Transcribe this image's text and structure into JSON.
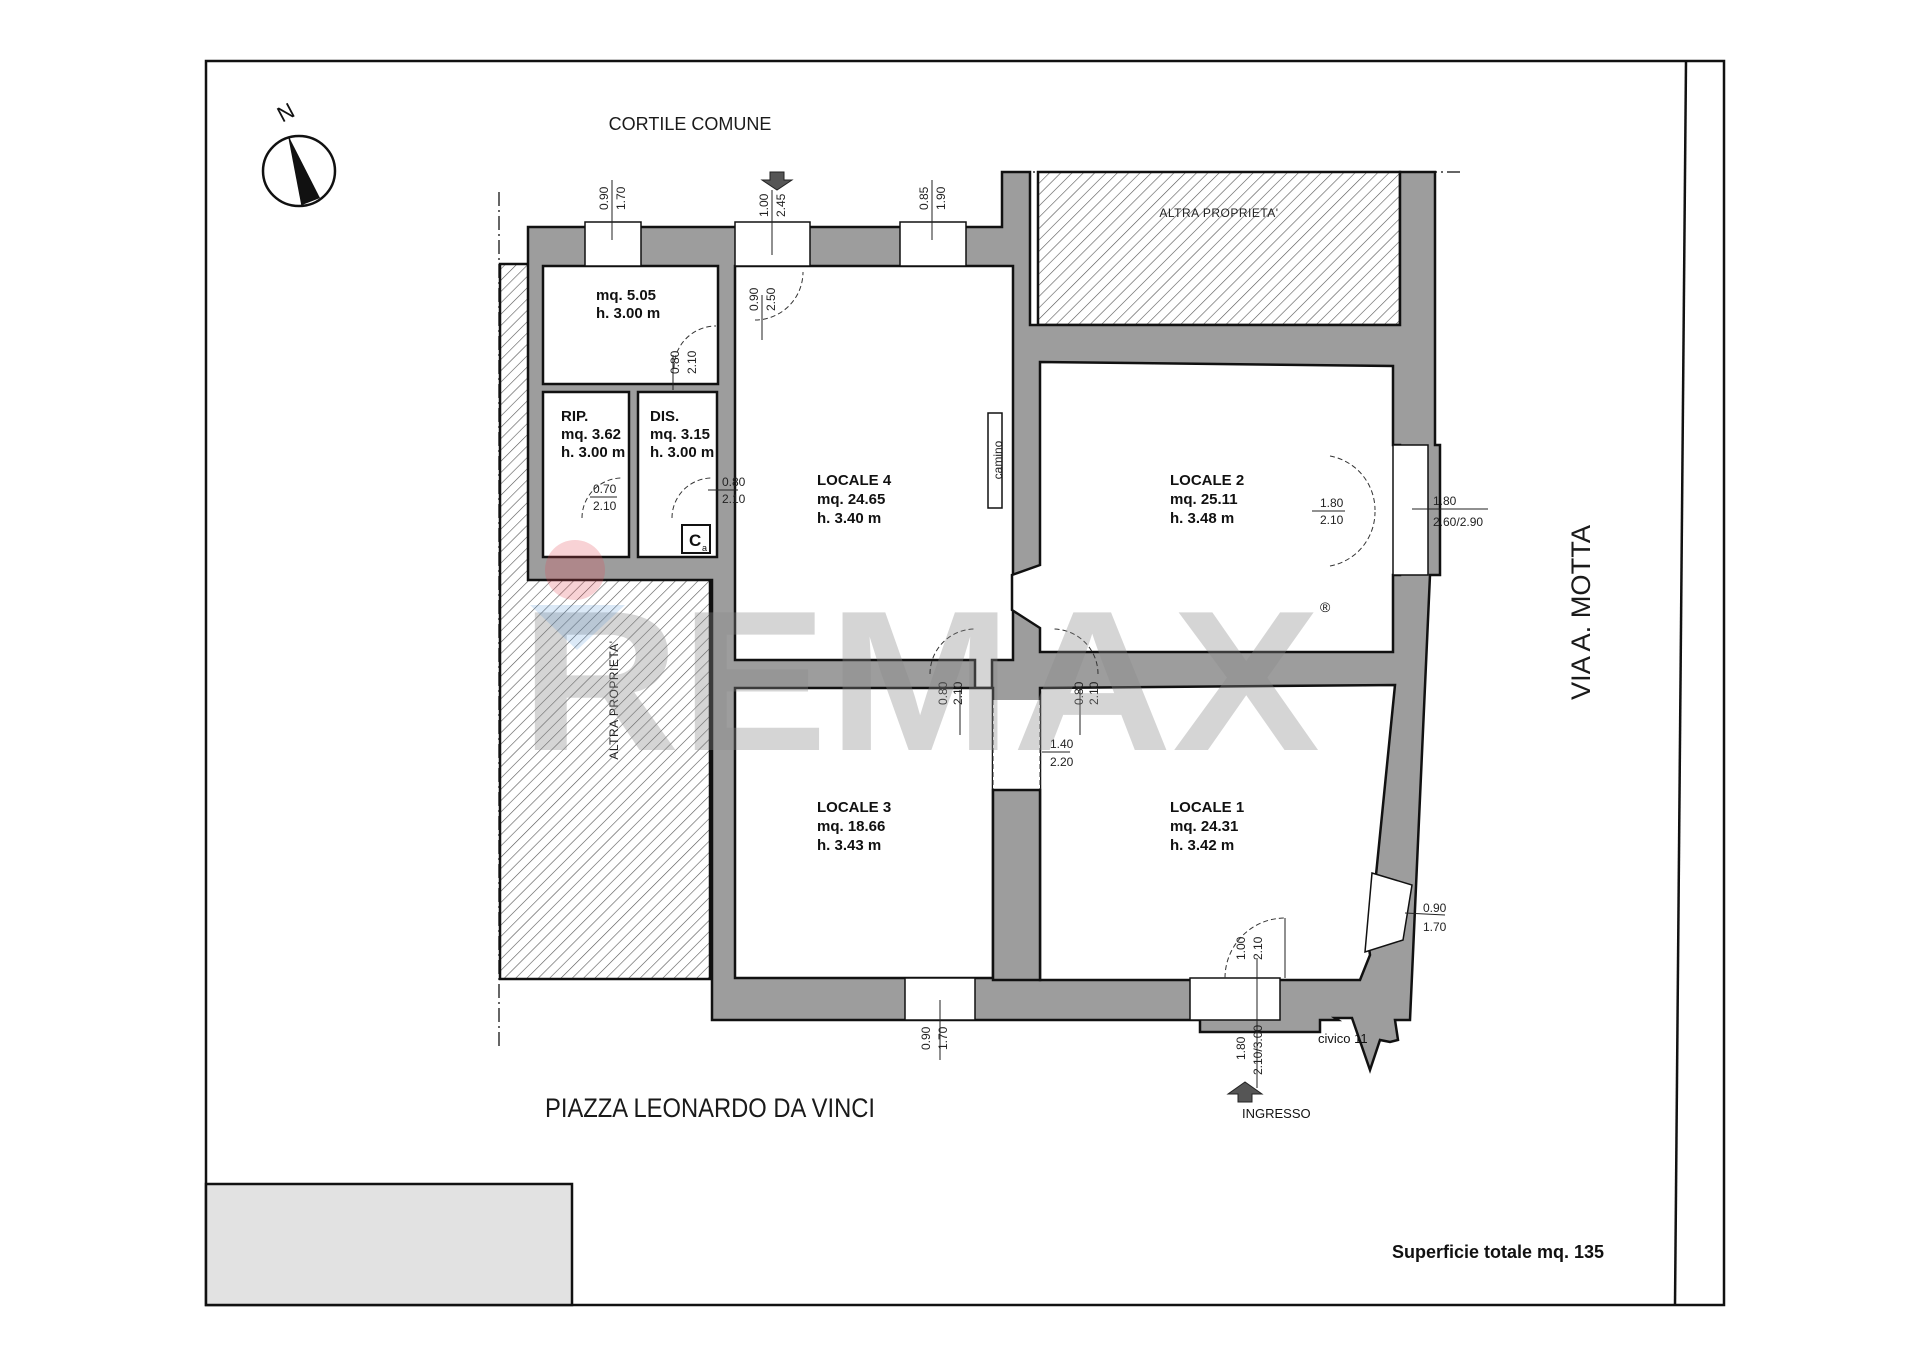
{
  "plan": {
    "courtyard_label": "CORTILE COMUNE",
    "north_label": "N",
    "street_bottom": "PIAZZA LEONARDO DA VINCI",
    "street_right": "VIA A. MOTTA",
    "entrance_label": "INGRESSO",
    "civic_number": "civico 11",
    "other_property_top": "ALTRA  PROPRIETA'",
    "other_property_left": "ALTRA  PROPRIETA'",
    "fireplace_label": "camino",
    "boiler_label": "C",
    "boiler_sub": "a",
    "total_area": "Superficie totale mq. 135",
    "watermark": "REMAX",
    "watermark_reg": "®"
  },
  "rooms": [
    {
      "id": "bagno",
      "name": "",
      "area": "mq. 5.05",
      "height": "h. 3.00 m"
    },
    {
      "id": "rip",
      "name": "RIP.",
      "area": "mq. 3.62",
      "height": "h. 3.00 m"
    },
    {
      "id": "dis",
      "name": "DIS.",
      "area": "mq. 3.15",
      "height": "h. 3.00 m"
    },
    {
      "id": "locale4",
      "name": "LOCALE 4",
      "area": "mq. 24.65",
      "height": "h. 3.40 m"
    },
    {
      "id": "locale2",
      "name": "LOCALE 2",
      "area": "mq. 25.11",
      "height": "h. 3.48 m"
    },
    {
      "id": "locale3",
      "name": "LOCALE 3",
      "area": "mq. 18.66",
      "height": "h. 3.43 m"
    },
    {
      "id": "locale1",
      "name": "LOCALE 1",
      "area": "mq. 24.31",
      "height": "h. 3.42 m"
    }
  ],
  "openings": {
    "win_bath": {
      "w": "0.90",
      "h": "1.70"
    },
    "door_court": {
      "w": "1.00",
      "h": "2.45"
    },
    "win_l4": {
      "w": "0.85",
      "h": "1.90"
    },
    "door_l4_inner": {
      "w": "0.90",
      "h": "2.50"
    },
    "door_bath": {
      "w": "0.80",
      "h": "2.10"
    },
    "door_rip": {
      "w": "0.70",
      "h": "2.10"
    },
    "door_dis": {
      "w": "0.80",
      "h": "2.10"
    },
    "door_l2_inner": {
      "w": "1.80",
      "h": "2.10"
    },
    "door_l2_outer": {
      "w": "1.80",
      "h": "2.60/2.90"
    },
    "door_l3": {
      "w": "0.80",
      "h": "2.10"
    },
    "door_l1_l2": {
      "w": "0.80",
      "h": "2.10"
    },
    "passage": {
      "w": "1.40",
      "h": "2.20"
    },
    "win_l1_side": {
      "w": "0.90",
      "h": "1.70"
    },
    "door_entry_inner": {
      "w": "1.00",
      "h": "2.10"
    },
    "door_entry_outer": {
      "w": "1.80",
      "h": "2.10/3.00"
    },
    "win_l3": {
      "w": "0.90",
      "h": "1.70"
    }
  }
}
